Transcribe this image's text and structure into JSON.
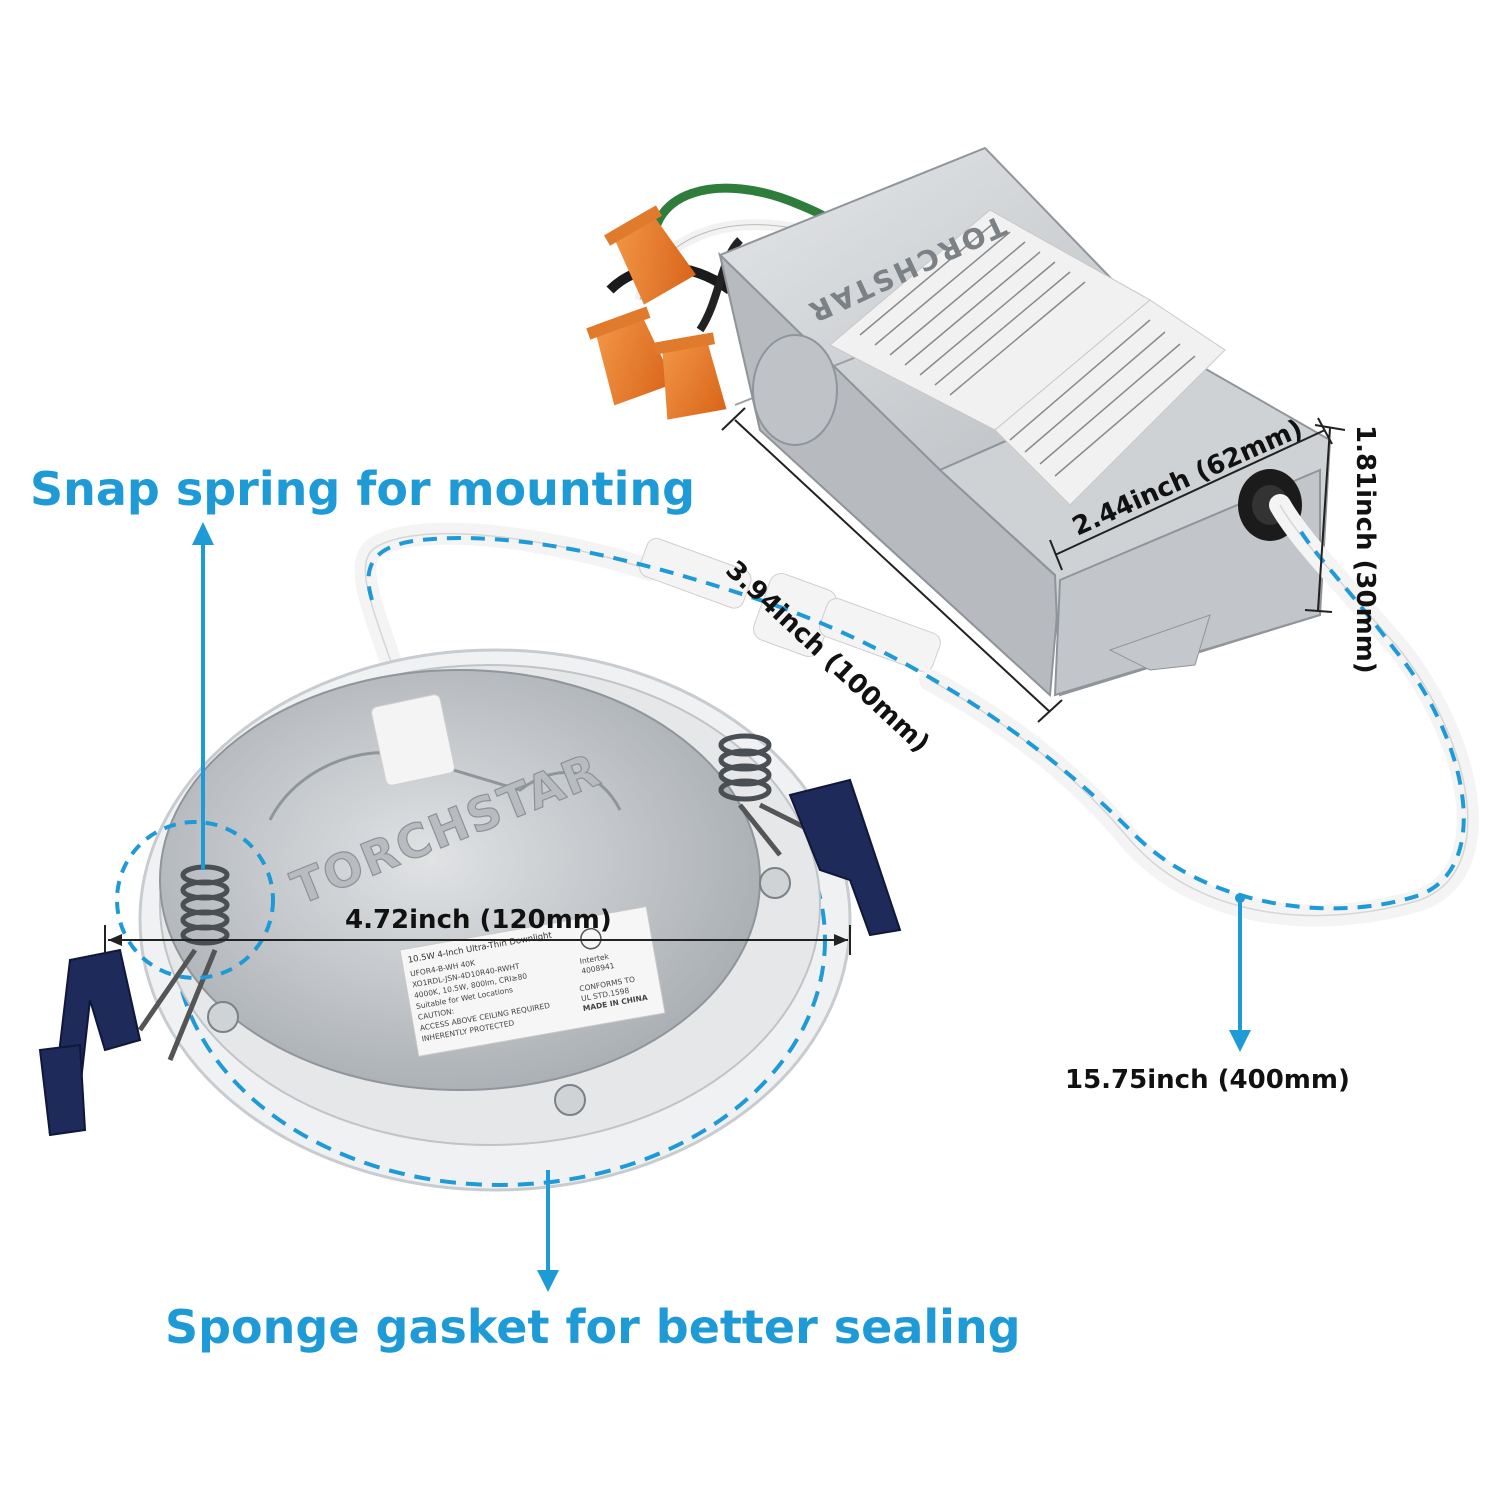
{
  "callouts": {
    "snap_spring": "Snap spring for mounting",
    "sponge_gasket": "Sponge gasket for better sealing"
  },
  "dimensions": {
    "light_diameter": "4.72inch (120mm)",
    "box_length": "3.94inch (100mm)",
    "box_width": "2.44inch (62mm)",
    "box_height": "1.81inch (30mm)",
    "cable_length": "15.75inch (400mm)"
  },
  "brand": {
    "box_logo": "TORCHSTAR",
    "light_logo": "TORCHSTAR"
  },
  "light_label": {
    "product": "10.5W 4-Inch Ultra-Thin Downlight",
    "lines": [
      "UFOR4-B-WH 40K",
      "XO1RDL-JSN-4D10R40-RWHT",
      "4000K, 10.5W, 800lm, CRI≥80",
      "Suitable for Wet Locations",
      "CAUTION:",
      "ACCESS ABOVE CEILING REQUIRED",
      "INHERENTLY PROTECTED"
    ],
    "cert": "Intertek",
    "cert_no": "4008941",
    "conforms": "CONFORMS TO",
    "standard": "UL STD.1598",
    "origin": "MADE IN CHINA"
  },
  "colors": {
    "accent": "#1e9ad6",
    "metal": "#c9cccf",
    "connector": "#e8741e",
    "bracket": "#1d2a5a"
  }
}
